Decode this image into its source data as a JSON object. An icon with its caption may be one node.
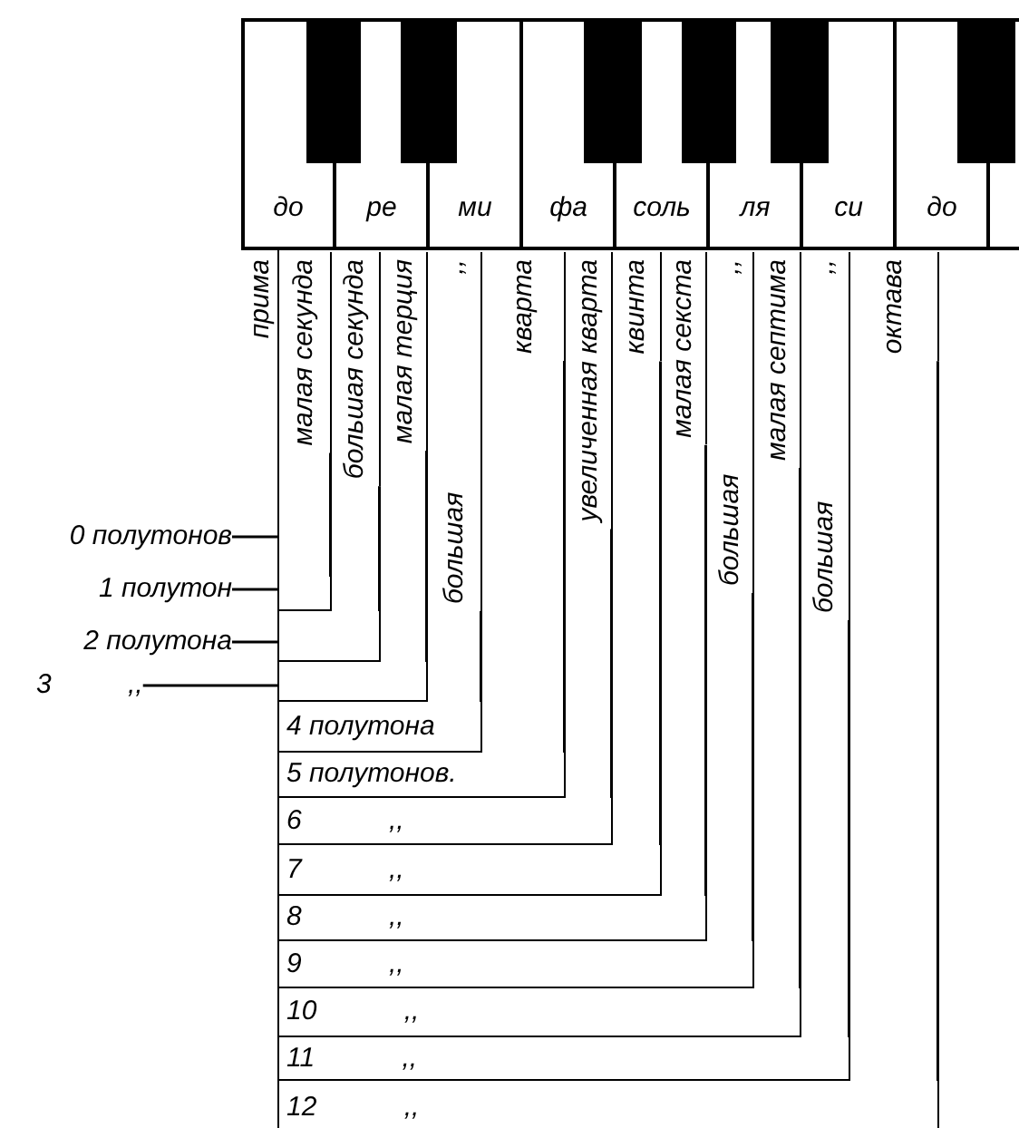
{
  "diagram": {
    "nodes": [
      {
        "text": [
          "до"
        ]
      },
      {
        "text": [
          "ре"
        ]
      },
      {
        "text": [
          "ми"
        ]
      },
      {
        "text": [
          "фа"
        ]
      },
      {
        "text": [
          "соль"
        ]
      },
      {
        "text": [
          "ля"
        ]
      },
      {
        "text": [
          "си"
        ]
      },
      {
        "text": [
          "до"
        ]
      },
      {
        "text": [
          "прима"
        ]
      },
      {
        "text": [
          "малая секунда"
        ]
      },
      {
        "text": [
          "большая секунда"
        ]
      },
      {
        "text": [
          "малая терция"
        ]
      },
      {
        "text": [
          "большая ,,"
        ]
      },
      {
        "text": [
          "кварта"
        ]
      },
      {
        "text": [
          "увеличенная кварта"
        ]
      },
      {
        "text": [
          "квинта"
        ]
      },
      {
        "text": [
          "малая секста"
        ]
      },
      {
        "text": [
          "большая ,,"
        ]
      },
      {
        "text": [
          "малая септима"
        ]
      },
      {
        "text": [
          "большая ,,"
        ]
      },
      {
        "text": [
          "октава"
        ]
      },
      {
        "text": [
          "0 полутонов"
        ]
      },
      {
        "text": [
          "1 полутон"
        ]
      },
      {
        "text": [
          "2 полутона"
        ]
      },
      {
        "text": [
          "3 ,,"
        ]
      },
      {
        "text": [],
        "shape": "box"
      },
      {
        "text": [],
        "shape": "box"
      },
      {
        "text": [],
        "shape": "box"
      },
      {
        "text": [
          "4 полутона"
        ]
      },
      {
        "text": [
          "5 полутонов."
        ]
      },
      {
        "text": [
          "6 ,,"
        ]
      },
      {
        "text": [
          "7 ,,"
        ]
      },
      {
        "text": [
          "8 ,,"
        ]
      },
      {
        "text": [
          "9 ,,"
        ]
      },
      {
        "text": [
          "10 ,,"
        ]
      },
      {
        "text": [
          "11 ,,"
        ]
      },
      {
        "text": [
          "12 ,,"
        ]
      }
    ],
    "edges": [
      {
        "from": 9,
        "to": 25,
        "arrow": "none"
      },
      {
        "from": 10,
        "to": 26,
        "arrow": "none"
      },
      {
        "from": 11,
        "to": 27,
        "arrow": "none"
      },
      {
        "from": 12,
        "to": 28,
        "arrow": "none"
      },
      {
        "from": 13,
        "to": 29,
        "arrow": "none"
      },
      {
        "from": 14,
        "to": 30,
        "arrow": "none"
      },
      {
        "from": 15,
        "to": 31,
        "arrow": "none"
      },
      {
        "from": 16,
        "to": 32,
        "arrow": "none"
      },
      {
        "from": 17,
        "to": 33,
        "arrow": "none"
      },
      {
        "from": 18,
        "to": 34,
        "arrow": "none"
      },
      {
        "from": 19,
        "to": 35,
        "arrow": "none"
      },
      {
        "from": 20,
        "to": 36,
        "arrow": "none"
      },
      {
        "from": 21,
        "to": null,
        "arrow": "none"
      },
      {
        "from": 22,
        "to": 25,
        "arrow": "none"
      },
      {
        "from": 23,
        "to": 26,
        "arrow": "none"
      },
      {
        "from": 24,
        "to": 27,
        "arrow": "none"
      }
    ]
  }
}
